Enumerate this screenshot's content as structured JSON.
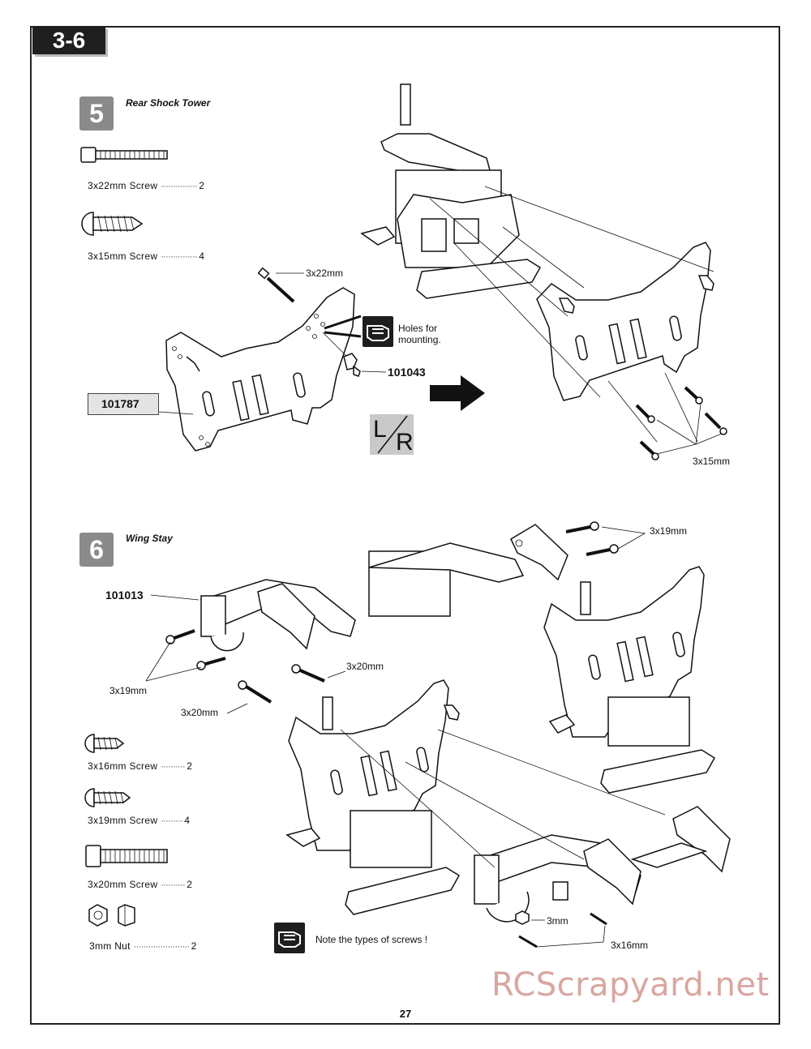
{
  "page": {
    "section": "3-6",
    "page_number": "27",
    "watermark": "RCScrapyard.net"
  },
  "step5": {
    "number": "5",
    "title": "Rear Shock Tower",
    "parts": [
      {
        "name": "3x22mm  Screw",
        "qty": "2"
      },
      {
        "name": "3x15mm  Screw",
        "qty": "4"
      }
    ],
    "callouts": {
      "screw_a": "3x22mm",
      "screw_b": "3x15mm",
      "tower_part": "101787",
      "ball_part": "101043",
      "note": "Holes for mounting.",
      "lr_left": "L",
      "lr_right": "R"
    }
  },
  "step6": {
    "number": "6",
    "title": "Wing Stay",
    "parts": [
      {
        "name": "3x16mm Screw",
        "qty": "2"
      },
      {
        "name": "3x19mm  Screw",
        "qty": "4"
      },
      {
        "name": "3x20mm Screw",
        "qty": "2"
      },
      {
        "name": "3mm Nut",
        "qty": "2"
      }
    ],
    "callouts": {
      "part": "101013",
      "screw_19_a": "3x19mm",
      "screw_19_b": "3x19mm",
      "screw_20_a": "3x20mm",
      "screw_20_b": "3x20mm",
      "nut": "3mm",
      "screw_16": "3x16mm",
      "note": "Note the types of screws !"
    }
  }
}
